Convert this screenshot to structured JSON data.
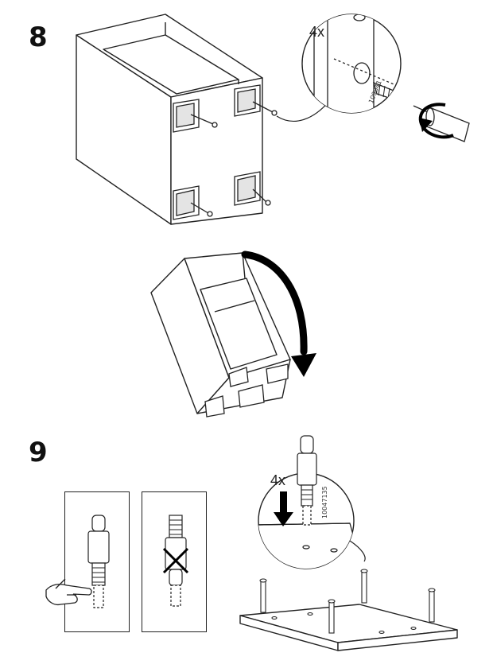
{
  "steps": [
    {
      "number": "8",
      "quantity": "4x",
      "part_number": "109041"
    },
    {
      "number": "9",
      "quantity": "4x",
      "part_number": "10047135"
    }
  ],
  "icons": {
    "rotate_arrow": "curved-arrow-icon",
    "screwdriver": "screwdriver-icon",
    "hand": "hand-pointing-icon",
    "cross": "cross-icon",
    "down_arrow": "down-arrow-icon"
  },
  "colors": {
    "line": "#222222",
    "shade": "#d9d9d9",
    "arrow": "#000000"
  }
}
